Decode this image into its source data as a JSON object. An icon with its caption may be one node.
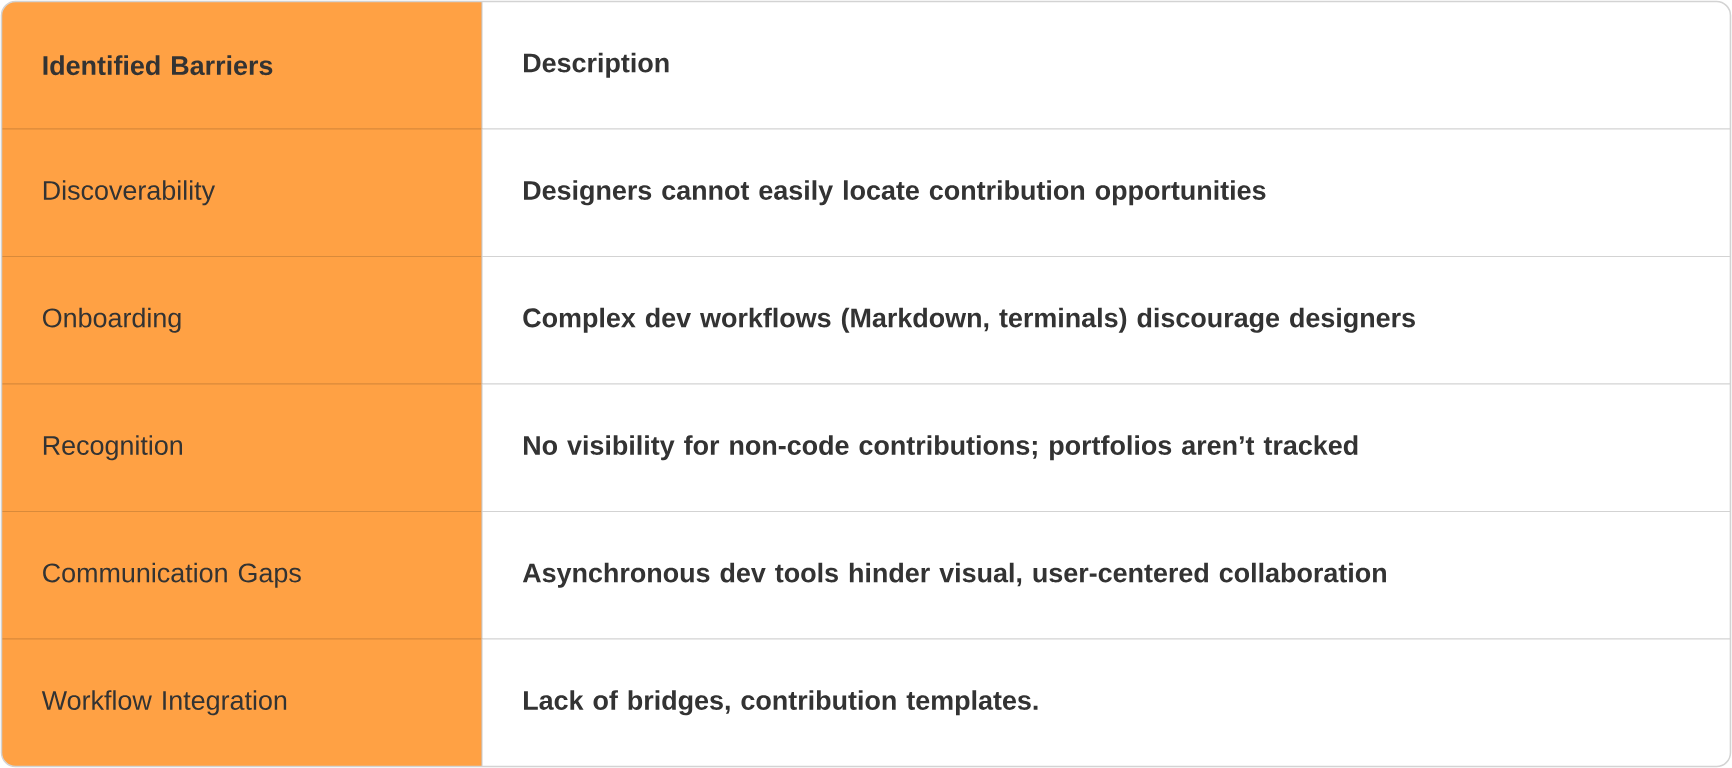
{
  "diagram": {
    "labels": [
      "Identified Barriers",
      "Description",
      "Discoverability",
      "Designers cannot easily locate contribution opportunities",
      "Onboarding",
      "Complex dev workflows (Markdown, terminals) discourage designers",
      "Recognition",
      "No visibility for non-code contributions; portfolios aren’t tracked",
      "Communication Gaps",
      "Asynchronous dev tools hinder visual, user-centered collaboration",
      "Workflow Integration",
      "Lack of bridges, contribution templates."
    ]
  }
}
